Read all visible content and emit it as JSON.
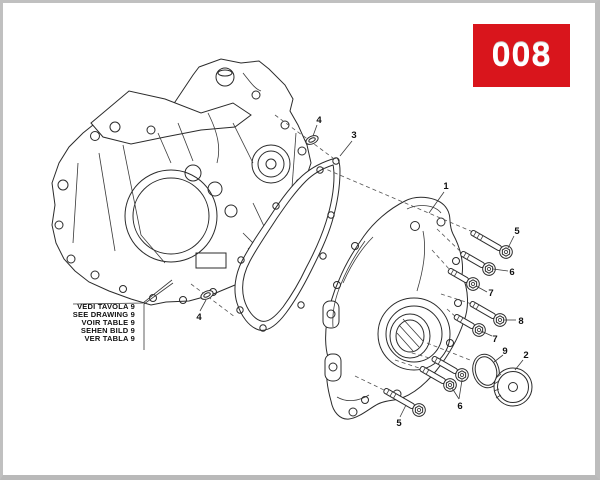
{
  "badge": {
    "code": "008"
  },
  "note_box": {
    "lines": [
      "VEDI TAVOLA 9",
      "SEE DRAWING 9",
      "VOIR TABLE 9",
      "SEHEN BILD 9",
      "VER TABLA 9"
    ]
  },
  "callouts": {
    "c1": {
      "label": "1"
    },
    "c2": {
      "label": "2"
    },
    "c3": {
      "label": "3"
    },
    "c4a": {
      "label": "4"
    },
    "c4b": {
      "label": "4"
    },
    "c5a": {
      "label": "5"
    },
    "c5b": {
      "label": "5"
    },
    "c6a": {
      "label": "6"
    },
    "c6b": {
      "label": "6"
    },
    "c7a": {
      "label": "7"
    },
    "c7b": {
      "label": "7"
    },
    "c8": {
      "label": "8"
    },
    "c9": {
      "label": "9"
    }
  },
  "colors": {
    "badge_red": "#d9151c",
    "line_color": "#2b2b2b",
    "page_border": "#c0c0c0"
  }
}
